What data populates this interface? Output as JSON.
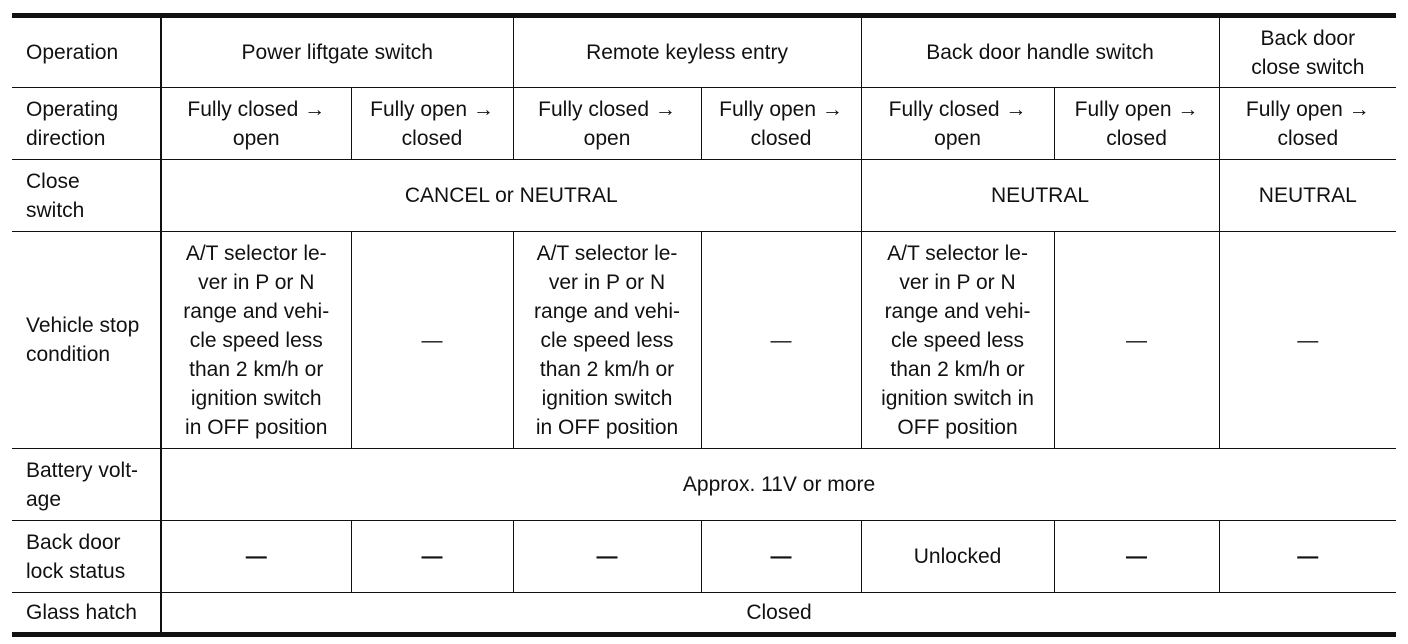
{
  "table": {
    "header": {
      "operation": "Operation",
      "power_liftgate_switch": "Power liftgate switch",
      "remote_keyless_entry": "Remote keyless entry",
      "back_door_handle_switch": "Back door handle switch",
      "back_door_close_switch": "Back door\nclose switch"
    },
    "operating_direction": {
      "label": "Operating\ndirection",
      "cells": [
        "Fully closed →\nopen",
        "Fully open →\nclosed",
        "Fully closed →\nopen",
        "Fully open →\nclosed",
        "Fully closed →\nopen",
        "Fully open →\nclosed",
        "Fully open →\nclosed"
      ]
    },
    "close_switch": {
      "label": "Close\nswitch",
      "cancel_or_neutral": "CANCEL or NEUTRAL",
      "neutral_handle": "NEUTRAL",
      "neutral_close": "NEUTRAL"
    },
    "vehicle_stop": {
      "label": "Vehicle stop\ncondition",
      "power_liftgate_open": "A/T selector le-\nver in P or N\nrange and vehi-\ncle speed less\nthan 2 km/h or\nignition switch\nin OFF position",
      "remote_keyless_open": "A/T selector le-\nver in P or N\nrange and vehi-\ncle speed less\nthan 2 km/h or\nignition switch\nin OFF position",
      "handle_open": "A/T selector le-\nver in P or N\nrange and vehi-\ncle speed less\nthan 2 km/h or\nignition switch in\nOFF position",
      "dash": "—"
    },
    "battery_voltage": {
      "label": "Battery volt-\nage",
      "value": "Approx. 11V or more"
    },
    "lock_status": {
      "label": "Back door\nlock status",
      "cells": [
        "—",
        "—",
        "—",
        "—",
        "Unlocked",
        "—",
        "—"
      ]
    },
    "glass_hatch": {
      "label": "Glass hatch",
      "value": "Closed"
    }
  }
}
